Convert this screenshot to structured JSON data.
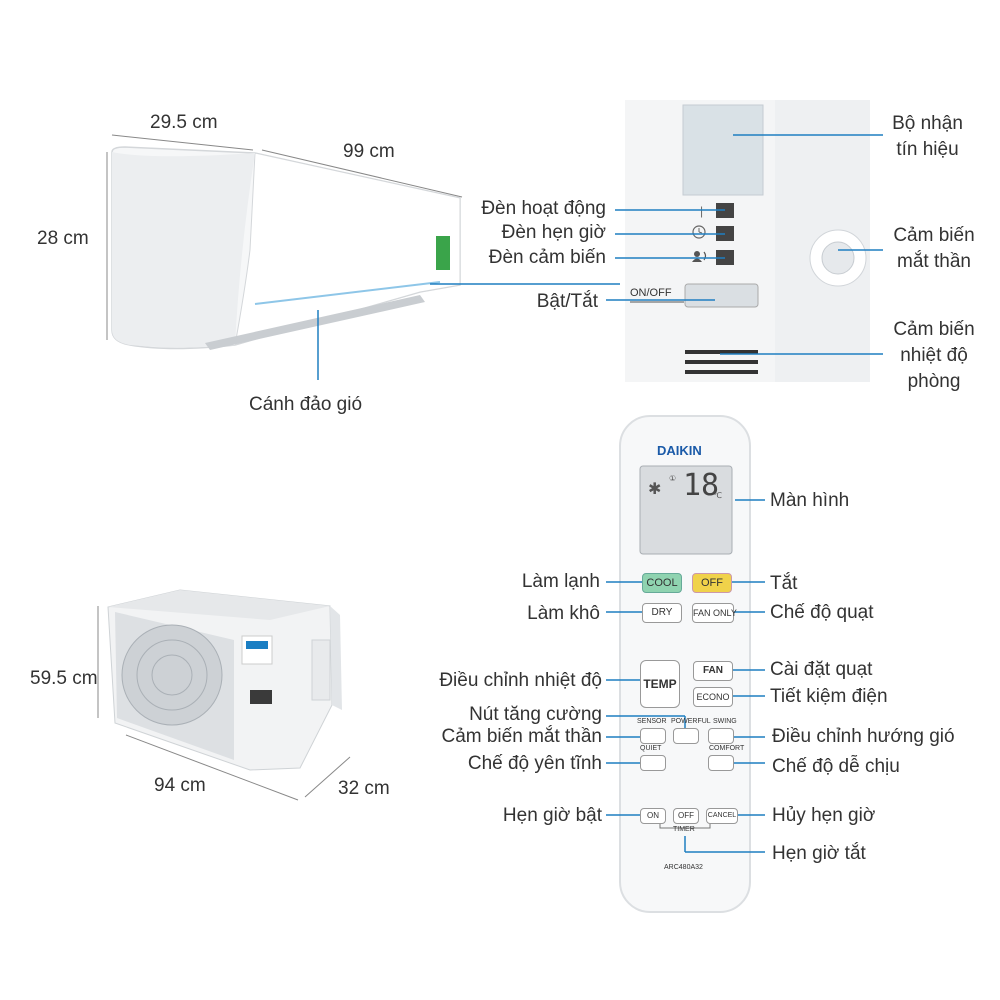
{
  "indoor_unit": {
    "depth": "29.5 cm",
    "width": "99 cm",
    "height": "28 cm",
    "swing_flap": "Cánh đảo gió"
  },
  "panel": {
    "receiver": "Bộ nhận tín hiệu",
    "operation_lamp": "Đèn hoạt động",
    "timer_lamp": "Đèn hẹn giờ",
    "sensor_lamp": "Đèn cảm biến",
    "on_off": "Bật/Tắt",
    "on_off_button_text": "ON/OFF",
    "eye_sensor": "Cảm biến mắt thần",
    "room_temp_sensor": "Cảm biến nhiệt độ phòng"
  },
  "outdoor_unit": {
    "height": "59.5 cm",
    "width": "94 cm",
    "depth": "32 cm"
  },
  "remote": {
    "brand": "DAIKIN",
    "display_value": "18",
    "model": "ARC480A32",
    "buttons": {
      "cool": "COOL",
      "off": "OFF",
      "dry": "DRY",
      "fan_only": "FAN ONLY",
      "temp": "TEMP",
      "fan": "FAN",
      "econo": "ECONO",
      "sensor": "SENSOR",
      "powerful": "POWERFUL",
      "swing": "SWING",
      "quiet": "QUIET",
      "comfort": "COMFORT",
      "on": "ON",
      "timer_off": "OFF",
      "cancel": "CANCEL",
      "timer": "TIMER"
    },
    "labels": {
      "display": "Màn hình",
      "cool": "Làm lạnh",
      "off": "Tắt",
      "dry": "Làm khô",
      "fan_only": "Chế độ quạt",
      "temp": "Điều chỉnh nhiệt độ",
      "fan": "Cài đặt quạt",
      "econo": "Tiết kiệm điện",
      "powerful": "Nút tăng cường",
      "sensor": "Cảm biến mắt thần",
      "swing": "Điều chỉnh hướng gió",
      "quiet": "Chế độ yên tĩnh",
      "comfort": "Chế độ dễ chịu",
      "timer_on": "Hẹn giờ bật",
      "cancel": "Hủy hẹn giờ",
      "timer_off": "Hẹn giờ tắt"
    }
  },
  "colors": {
    "leader_line": "#1f7fc1",
    "cool_button": "#8fd3b0",
    "off_button": "#f0d24a"
  }
}
